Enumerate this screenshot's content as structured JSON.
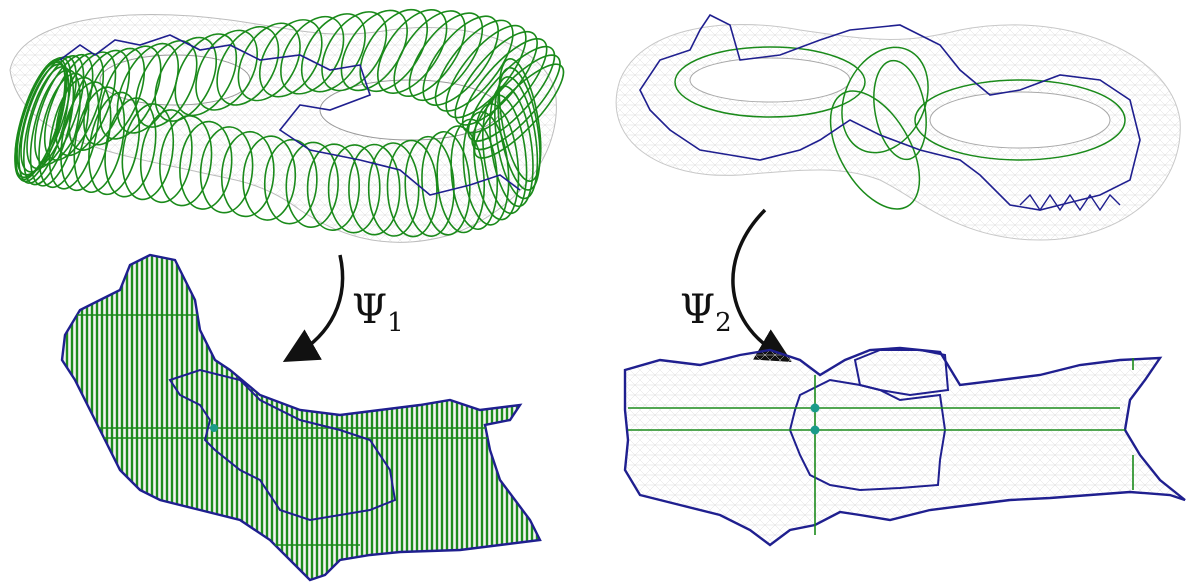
{
  "labels": {
    "map1": {
      "symbol": "Ψ",
      "subscript": "1"
    },
    "map2": {
      "symbol": "Ψ",
      "subscript": "2"
    }
  },
  "colors": {
    "boundary": "#1f1f8f",
    "cut": "#1a8a1a",
    "mesh": "#d6d6d6",
    "arrow": "#111111",
    "marker": "#1a9a8a"
  }
}
